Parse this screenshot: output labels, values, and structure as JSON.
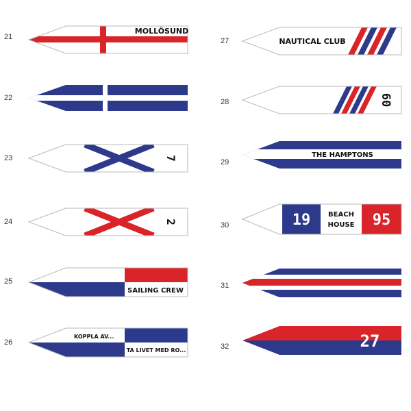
{
  "colors": {
    "blue": "#2d3a8c",
    "red": "#d9252a",
    "white": "#ffffff",
    "outline": "#b8b8b8",
    "text": "#111111"
  },
  "items": [
    {
      "number": "21",
      "label": "MOLLÖSUND"
    },
    {
      "number": "22"
    },
    {
      "number": "23",
      "label": "7"
    },
    {
      "number": "24",
      "label": "2"
    },
    {
      "number": "25",
      "label": "SAILING CREW"
    },
    {
      "number": "26",
      "label_top": "KOPPLA AV...",
      "label_bottom": "TA LIVET MED RO..."
    },
    {
      "number": "27",
      "label": "NAUTICAL CLUB"
    },
    {
      "number": "28",
      "label": "60"
    },
    {
      "number": "29",
      "label": "THE HAMPTONS"
    },
    {
      "number": "30",
      "label_left": "19",
      "label_mid_top": "BEACH",
      "label_mid_bottom": "HOUSE",
      "label_right": "95"
    },
    {
      "number": "31"
    },
    {
      "number": "32",
      "label": "27"
    }
  ]
}
